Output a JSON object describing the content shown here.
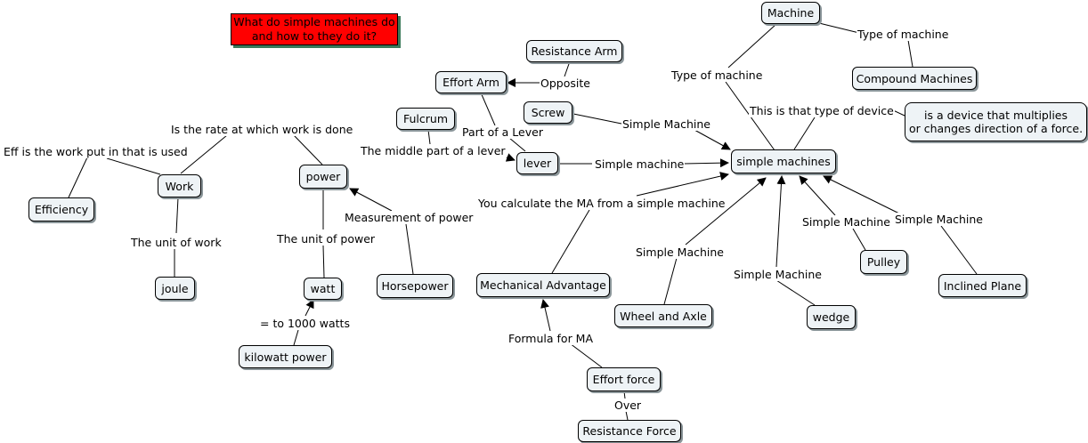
{
  "title": "What do simple machines do\nand how to they do it?",
  "nodes": {
    "machine": "Machine",
    "compound": "Compound Machines",
    "resistance_arm": "Resistance Arm",
    "effort_arm": "Effort Arm",
    "screw": "Screw",
    "fulcrum": "Fulcrum",
    "lever": "lever",
    "simple_machines": "simple machines",
    "definition": "is a device that multiplies\nor changes direction of a force.",
    "power": "power",
    "work": "Work",
    "efficiency": "Efficiency",
    "joule": "joule",
    "watt": "watt",
    "horsepower": "Horsepower",
    "kilowatt": "kilowatt power",
    "mechanical_advantage": "Mechanical Advantage",
    "wheel_axle": "Wheel and Axle",
    "wedge": "wedge",
    "pulley": "Pulley",
    "inclined_plane": "Inclined Plane",
    "effort_force": "Effort force",
    "resistance_force": "Resistance Force"
  },
  "labels": {
    "type_of_machine_1": "Type of machine",
    "type_of_machine_2": "Type of machine",
    "opposite": "Opposite",
    "that_type": "This is that type of device",
    "sm_screw": "Simple Machine",
    "part_of_lever": "Part of a Lever",
    "middle_part": "The middle part of a lever",
    "sm_lever": "Simple machine",
    "rate": "Is the rate at which work is done",
    "eff": "Eff is the work put in that is used",
    "unit_work": "The unit of work",
    "unit_power": "The unit of power",
    "measurement": "Measurement of power",
    "eq_1000": "= to 1000 watts",
    "calc_ma": "You calculate the MA from a simple machine",
    "sm_wheel": "Simple Machine",
    "sm_wedge": "Simple Machine",
    "sm_pulley": "Simple Machine",
    "sm_incline": "Simple Machine",
    "formula": "Formula for MA",
    "over": "Over"
  }
}
